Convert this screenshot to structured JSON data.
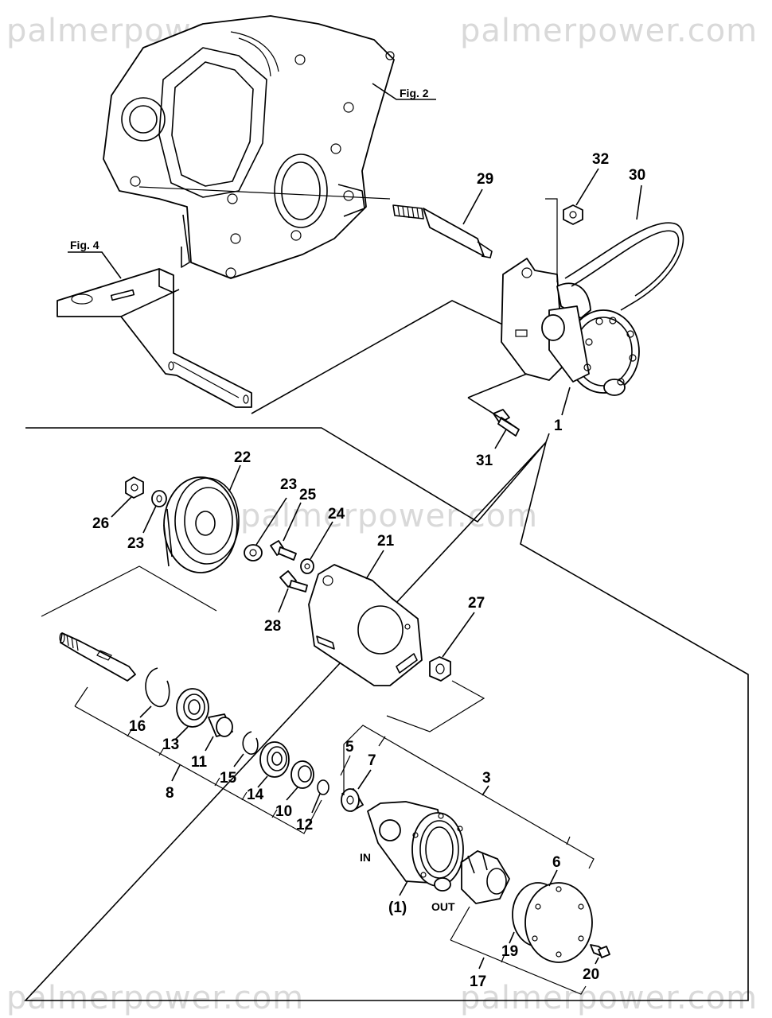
{
  "watermarks": [
    "palmerpower.com",
    "palmerpower.com",
    "palmerpower.com",
    "palmerpower.com",
    "palmerpower.com"
  ],
  "figure_refs": {
    "fig2": "Fig. 2",
    "fig4": "Fig. 4"
  },
  "port_labels": {
    "in": "IN",
    "out": "OUT",
    "body": "(1)"
  },
  "callouts": {
    "p1": "1",
    "p3": "3",
    "p5": "5",
    "p6": "6",
    "p7": "7",
    "p8": "8",
    "p10": "10",
    "p11": "11",
    "p12": "12",
    "p13": "13",
    "p14": "14",
    "p15": "15",
    "p16": "16",
    "p17": "17",
    "p19": "19",
    "p20": "20",
    "p21": "21",
    "p22": "22",
    "p23a": "23",
    "p23b": "23",
    "p24": "24",
    "p25": "25",
    "p26": "26",
    "p27": "27",
    "p28": "28",
    "p29": "29",
    "p30": "30",
    "p31": "31",
    "p32": "32"
  }
}
